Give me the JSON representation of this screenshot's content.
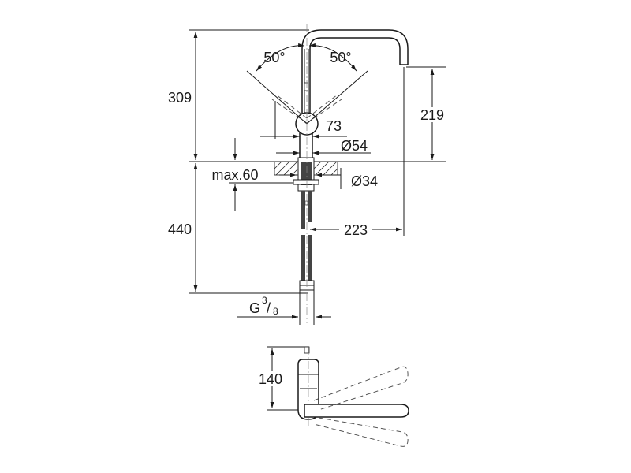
{
  "dimensions": {
    "total_height": "309",
    "spout_height": "219",
    "left_angle": "50°",
    "right_angle": "50°",
    "lever_height": "73",
    "base_diameter": "Ø54",
    "max_thickness": "max.60",
    "hole_diameter": "Ø34",
    "below_depth": "440",
    "reach": "223",
    "connection_g": "G",
    "connection_num": "3",
    "connection_slash": "/",
    "connection_den": "8",
    "top_depth": "140"
  }
}
